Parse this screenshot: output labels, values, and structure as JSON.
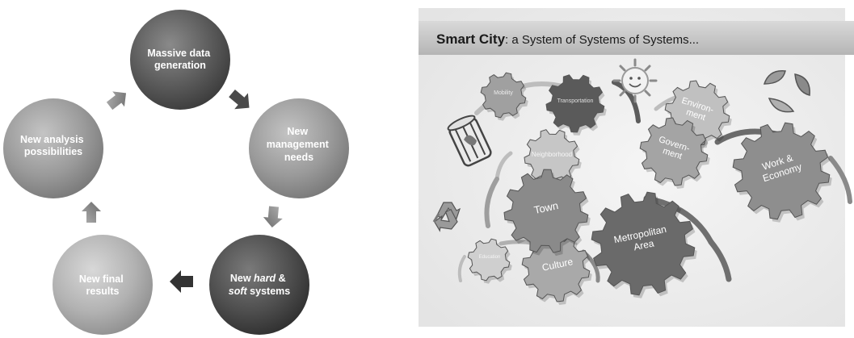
{
  "cycle": {
    "nodes": [
      {
        "lines": [
          {
            "t": "Massive data"
          },
          {
            "t": "generation"
          }
        ]
      },
      {
        "lines": [
          {
            "t": "New"
          },
          {
            "t": "management"
          },
          {
            "t": "needs"
          }
        ]
      },
      {
        "lines": [
          {
            "t": "New ",
            "i": "hard",
            "a": " &"
          },
          {
            "t": "",
            "i": "soft",
            "a": " systems"
          }
        ]
      },
      {
        "lines": [
          {
            "t": "New final"
          },
          {
            "t": "results"
          }
        ]
      },
      {
        "lines": [
          {
            "t": "New analysis"
          },
          {
            "t": "possibilities"
          }
        ]
      }
    ]
  },
  "smart_city": {
    "title_bold": "Smart City",
    "title_rest": ": a System of Systems of Systems...",
    "gears": {
      "mobility": "Mobility",
      "transportation": "Transportation",
      "neighborhood": "Neighborhood",
      "environment_line1": "Environ-",
      "environment_line2": "ment",
      "government_line1": "Govern-",
      "government_line2": "ment",
      "work_line1": "Work &",
      "work_line2": "Economy",
      "town": "Town",
      "metro_line1": "Metropolitan",
      "metro_line2": "Area",
      "culture": "Culture",
      "education": "Education"
    }
  }
}
